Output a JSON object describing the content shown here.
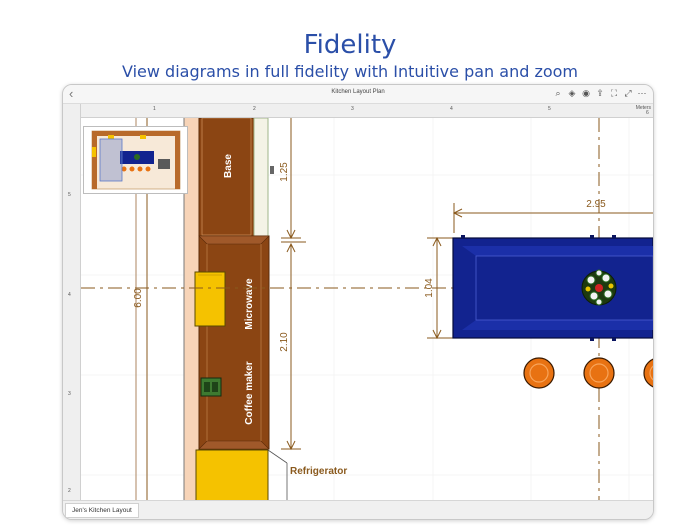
{
  "hero": {
    "title": "Fidelity",
    "subtitle": "View diagrams in full fidelity with Intuitive pan and zoom"
  },
  "toolbar": {
    "document_title": "Kitchen Layout Plan",
    "back_icon": "chevron-left-icon",
    "tools": [
      "search-icon",
      "layers-icon",
      "eye-icon",
      "share-icon",
      "fit-screen-icon",
      "expand-icon",
      "more-icon"
    ]
  },
  "ruler": {
    "unit": "Meters",
    "top_ticks": [
      "1",
      "2",
      "3",
      "4",
      "5",
      "6"
    ],
    "left_ticks": [
      "5",
      "4",
      "3",
      "2"
    ]
  },
  "diagram": {
    "shapes": {
      "base": "Base",
      "microwave": "Microwave",
      "coffee_maker": "Coffee maker",
      "refrigerator": "Refrigerator"
    },
    "dimensions": {
      "upper_gap": "1.25",
      "middle_gap": "2.10",
      "left_wall": "6.00",
      "island_width": "2.95",
      "island_depth": "1.04"
    },
    "colors": {
      "counter": "#8b4513",
      "appliance": "#f5c200",
      "island": "#12238f",
      "stool": "#e87212",
      "dimension": "#8a5a1e",
      "floor_strip": "#f7d4b8"
    }
  },
  "statusbar": {
    "page_tab": "Jen's Kitchen Layout"
  }
}
